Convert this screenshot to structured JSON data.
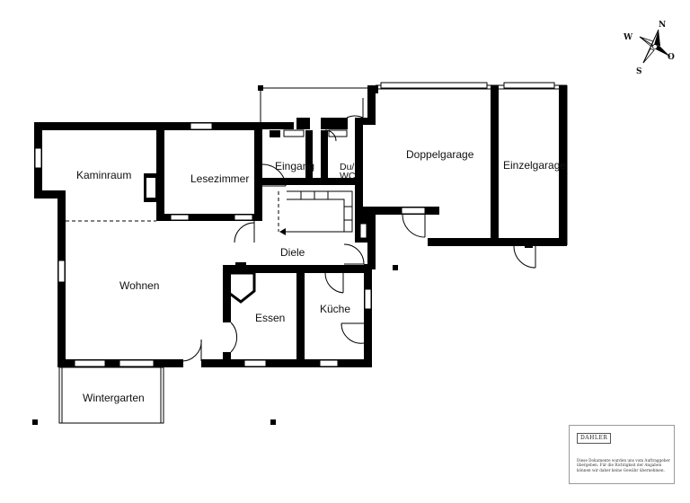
{
  "rooms": {
    "kaminraum": "Kaminraum",
    "lesezimmer": "Lesezimmer",
    "eingang": "Eingang",
    "du_wc_line1": "Du/",
    "du_wc_line2": "WC",
    "doppelgarage": "Doppelgarage",
    "einzelgarage": "Einzelgarage",
    "diele": "Diele",
    "wohnen": "Wohnen",
    "essen": "Essen",
    "kueche": "Küche",
    "wintergarten": "Wintergarten"
  },
  "compass": {
    "north": "N",
    "west": "W",
    "east": "O",
    "south": "S"
  },
  "disclaimer": {
    "brand": "DAHLER",
    "text": "Diese Dokumente wurden uns vom Auftraggeber übergeben. Für die Richtigkeit der Angaben können wir daher keine Gewähr übernehmen."
  },
  "colors": {
    "wall": "#000000",
    "window": "#ffffff",
    "text": "#111111"
  }
}
